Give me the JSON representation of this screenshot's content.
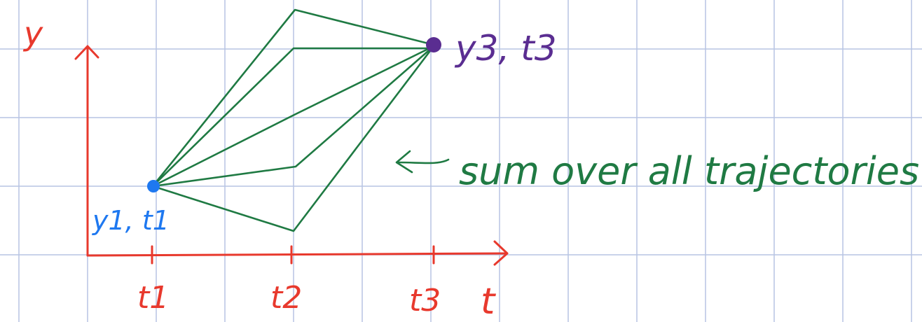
{
  "diagram": {
    "axes": {
      "y_label": "y",
      "x_label": "t",
      "ticks": [
        "t1",
        "t2",
        "t3"
      ]
    },
    "points": {
      "start": "y1, t1",
      "end": "y3, t3"
    },
    "annotation": "sum over all trajectories",
    "trajectory_midpoints_at_t2": 5,
    "colors": {
      "grid": "#b7c4e3",
      "axes": "#e8392d",
      "trajectories": "#1f7a43",
      "start_point": "#1e78f0",
      "end_point": "#5a2d91"
    }
  }
}
